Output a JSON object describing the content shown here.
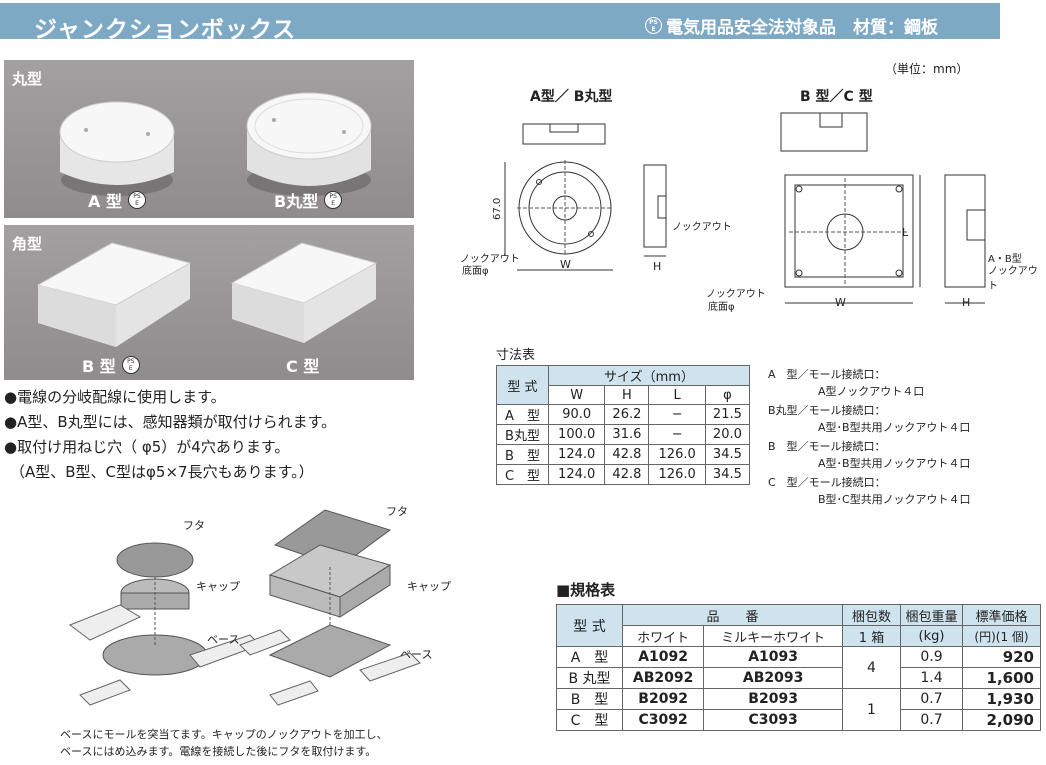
{
  "header": {
    "title": "ジャンクションボックス",
    "pse_top": "PS",
    "pse_bottom": "E",
    "right_text": "電気用品安全法対象品　材質：鋼板"
  },
  "photos": {
    "round": {
      "heading": "丸型",
      "a_label": "A 型",
      "b_label": "B丸型"
    },
    "square": {
      "heading": "角型",
      "b_label": "B 型",
      "c_label": "C 型"
    },
    "pse_top": "PS",
    "pse_bottom": "E"
  },
  "features": [
    "●電線の分岐配線に使用します。",
    "●A型、B丸型には、感知器類が取付けられます。",
    "●取付け用ねじ穴（ φ5）が4穴あります。",
    "（A型、B型、C型はφ5×7長穴もあります。）"
  ],
  "assembly": {
    "lid": "フタ",
    "cap": "キャップ",
    "base": "ベース",
    "lid2": "フタ",
    "cap2": "キャップ",
    "base2": "ベース",
    "caption1": "ベースにモールを突当てます。キャップのノックアウトを加工し、",
    "caption2": "ベースにはめ込みます。電線を接続した後にフタを取付けます。"
  },
  "drawing": {
    "unit": "（単位：mm）",
    "ab_title": "A型／ B丸型",
    "bc_title": "B 型／C 型",
    "dim67": "67.0",
    "knockout": "ノックアウト",
    "knockout_ab": "ノックアウト",
    "bottom_phi": "底面φ",
    "knockout_bc": "ノックアウト",
    "bottom_phi2": "底面φ",
    "ab_type_label": "A・B型",
    "knockout_side": "ノックアウト",
    "W": "W",
    "H": "H",
    "W2": "W",
    "H2": "H",
    "L": "L"
  },
  "dim_table": {
    "title": "寸法表",
    "type_header": "型 式",
    "size_header": "サイズ（mm）",
    "cols": [
      "W",
      "H",
      "L",
      "φ"
    ],
    "rows": [
      [
        "A　型",
        "90.0",
        "26.2",
        "−",
        "21.5"
      ],
      [
        "B丸型",
        "100.0",
        "31.6",
        "−",
        "20.0"
      ],
      [
        "B　型",
        "124.0",
        "42.8",
        "126.0",
        "34.5"
      ],
      [
        "C　型",
        "124.0",
        "42.8",
        "126.0",
        "34.5"
      ]
    ]
  },
  "connection_notes": [
    {
      "title": "A　型／モール接続口：",
      "body": "A型ノックアウト４口"
    },
    {
      "title": "B丸型／モール接続口：",
      "body": "A型･B型共用ノックアウト４口"
    },
    {
      "title": "B　型／モール接続口：",
      "body": "A型･B型共用ノックアウト４口"
    },
    {
      "title": "C　型／モール接続口：",
      "body": "B型･C型共用ノックアウト４口"
    }
  ],
  "spec_table": {
    "title": "■規格表",
    "type_header": "型 式",
    "product_header": "品　　番",
    "white": "ホワイト",
    "milky": "ミルキーホワイト",
    "pack_qty": "梱包数",
    "pack_unit": "1 箱",
    "weight": "梱包重量",
    "weight_unit": "(kg)",
    "price": "標準価格",
    "price_unit": "(円)(1 個)",
    "rows": [
      {
        "type": "A　型",
        "white": "A1092",
        "milky": "A1093",
        "weight": "0.9",
        "price": "920"
      },
      {
        "type": "B 丸型",
        "white": "AB2092",
        "milky": "AB2093",
        "weight": "1.4",
        "price": "1,600"
      },
      {
        "type": "B　型",
        "white": "B2092",
        "milky": "B2093",
        "weight": "0.7",
        "price": "1,930"
      },
      {
        "type": "C　型",
        "white": "C3092",
        "milky": "C3093",
        "weight": "0.7",
        "price": "2,090"
      }
    ],
    "pack_group1": "4",
    "pack_group2": "1"
  }
}
